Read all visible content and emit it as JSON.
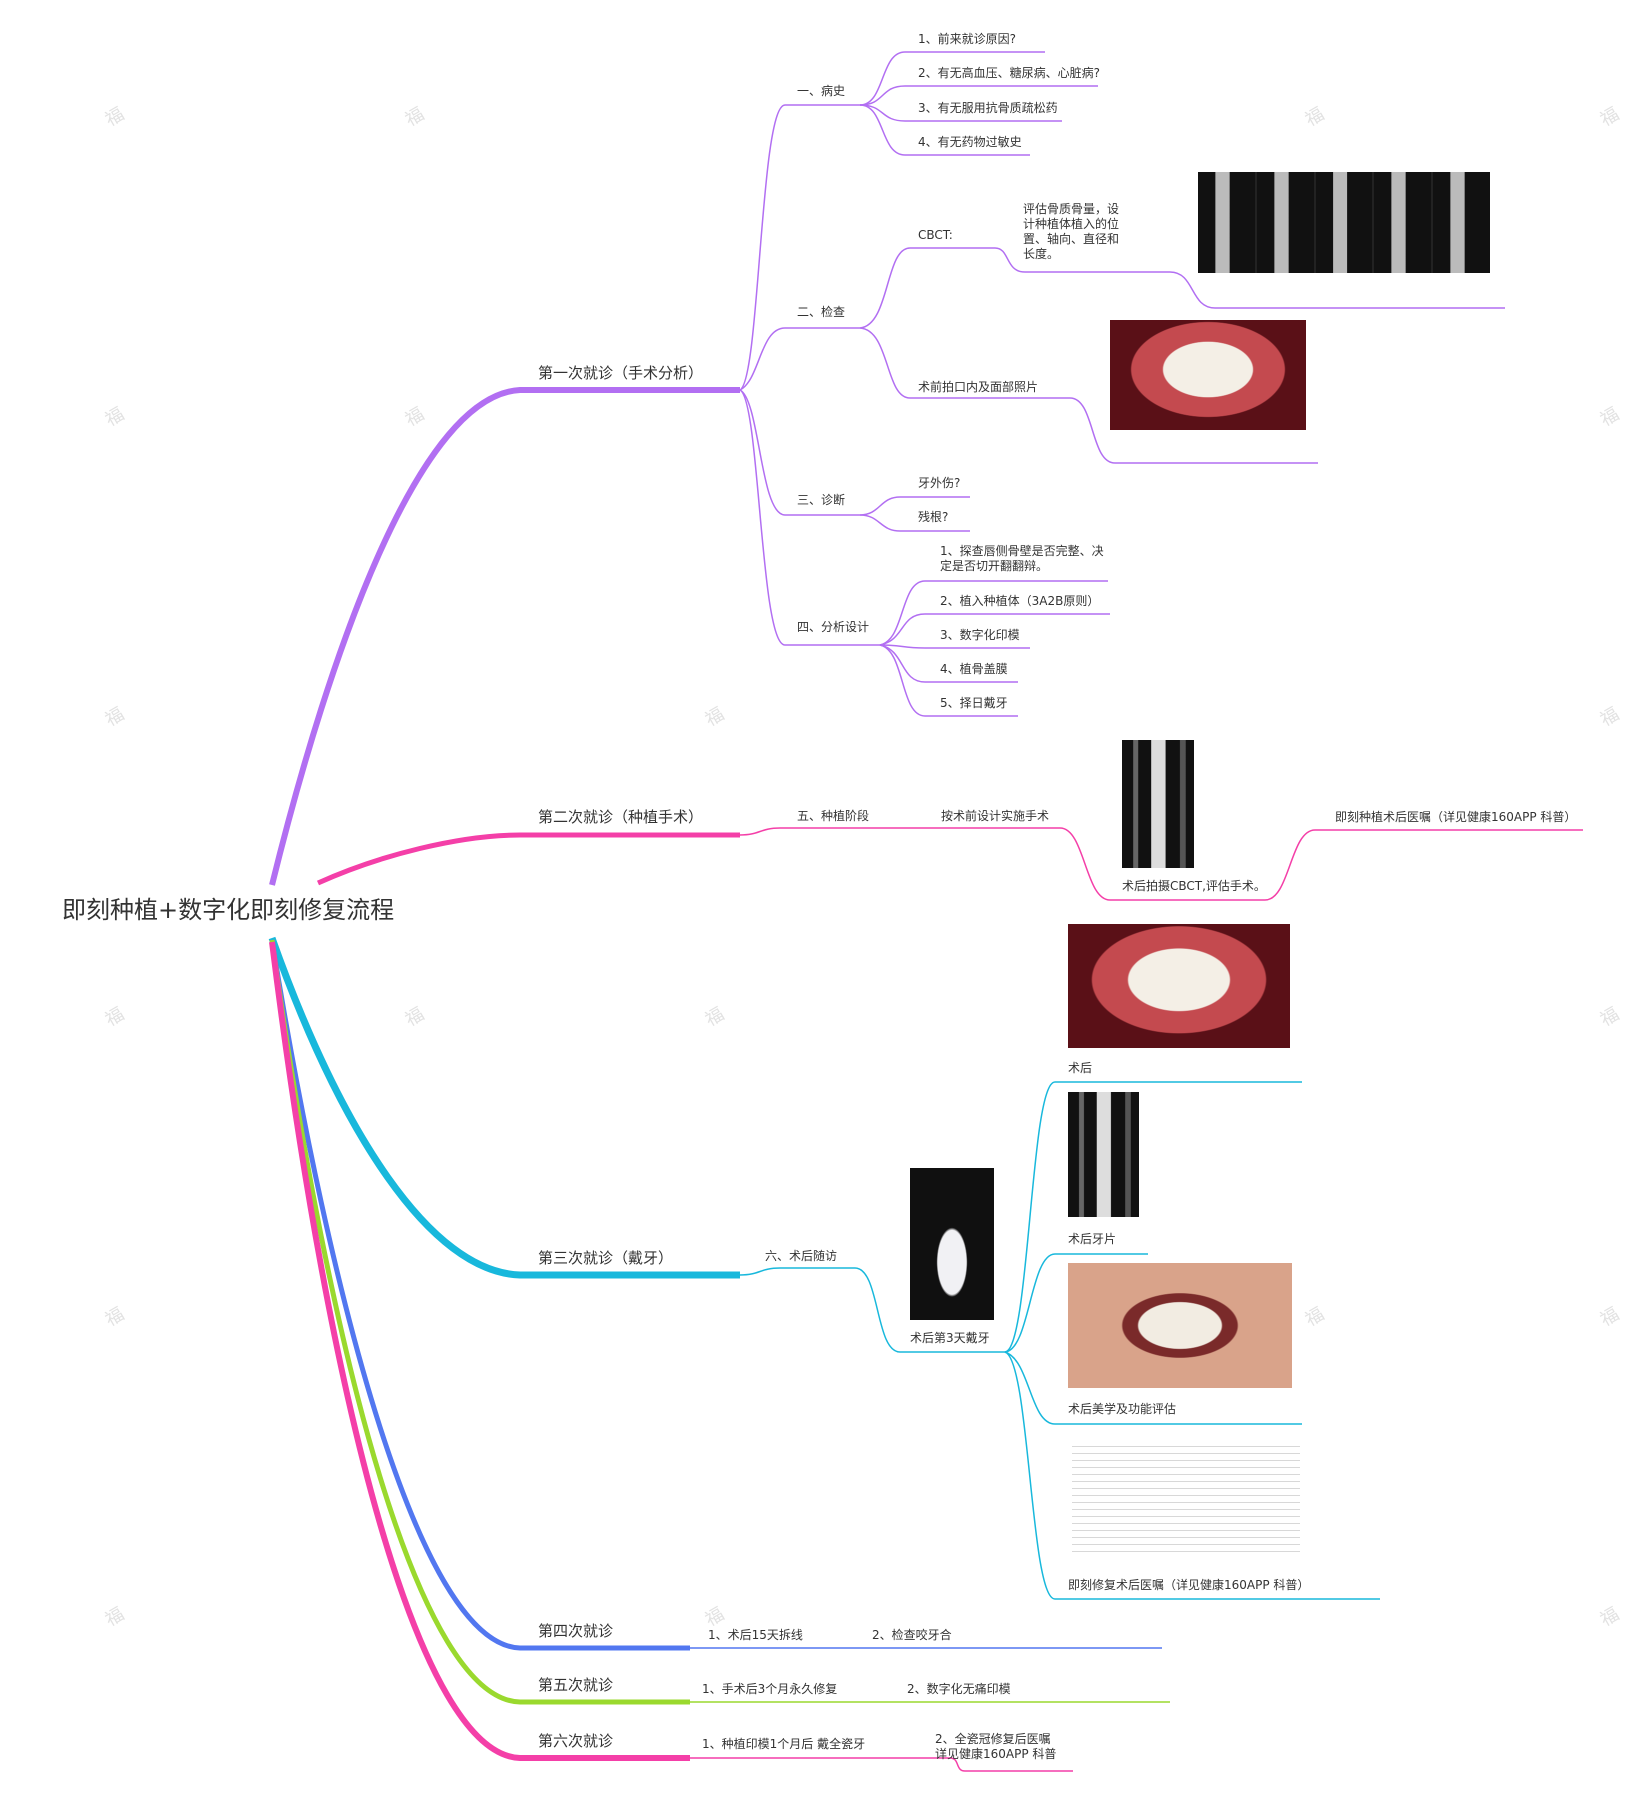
{
  "root": "即刻种植+数字化即刻修复流程",
  "visit1": {
    "title": "第一次就诊（手术分析）",
    "history": {
      "title": "一、病史",
      "items": [
        "1、前来就诊原因?",
        "2、有无高血压、糖尿病、心脏病?",
        "3、有无服用抗骨质疏松药",
        "4、有无药物过敏史"
      ]
    },
    "exam": {
      "title": "二、检查",
      "cbct": "CBCT:",
      "cbct_note": "评估骨质骨量，设计种植体植入的位置、轴向、直径和长度。",
      "photo": "术前拍口内及面部照片"
    },
    "diagnosis": {
      "title": "三、诊断",
      "items": [
        "牙外伤?",
        "残根?"
      ]
    },
    "design": {
      "title": "四、分析设计",
      "items": [
        "1、探查唇侧骨壁是否完整、决定是否切开翻翻辩。",
        "2、植入种植体（3A2B原则）",
        "3、数字化印模",
        "4、植骨盖膜",
        "5、择日戴牙"
      ]
    }
  },
  "visit2": {
    "title": "第二次就诊（种植手术）",
    "stage": "五、种植阶段",
    "step": "按术前设计实施手术",
    "cbct": "术后拍摄CBCT,评估手术。",
    "advice": "即刻种植术后医嘱（详见健康160APP 科普）"
  },
  "visit3": {
    "title": "第三次就诊（戴牙）",
    "stage": "六、术后随访",
    "day3": "术后第3天戴牙",
    "after": "术后",
    "xray": "术后牙片",
    "eval": "术后美学及功能评估",
    "advice": "即刻修复术后医嘱（详见健康160APP 科普）"
  },
  "visit4": {
    "title": "第四次就诊",
    "a": "1、术后15天拆线",
    "b": "2、检查咬牙合"
  },
  "visit5": {
    "title": "第五次就诊",
    "a": "1、手术后3个月永久修复",
    "b": "2、数字化无痛印模"
  },
  "visit6": {
    "title": "第六次就诊",
    "a": "1、种植印模1个月后 戴全瓷牙",
    "b": "2、全瓷冠修复后医嘱 详见健康160APP 科普"
  },
  "colors": {
    "v1": "#b26ff2",
    "v2": "#f43fa8",
    "v3": "#18b8dc",
    "v4": "#5277f0",
    "v5": "#9ad92e",
    "v6": "#f43fa8"
  },
  "watermark": "福"
}
